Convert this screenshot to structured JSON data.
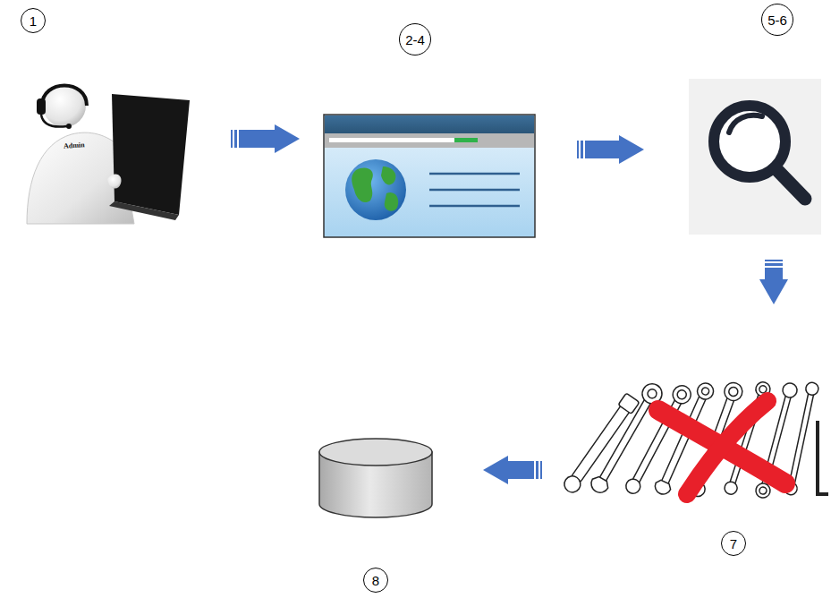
{
  "diagram": {
    "nodes": [
      {
        "text": [
          "1",
          "Admin"
        ]
      },
      {
        "text": [
          "2-4"
        ]
      },
      {
        "text": [
          "5-6"
        ]
      },
      {
        "text": [
          "7"
        ]
      },
      {
        "text": [
          "8"
        ]
      }
    ],
    "edges": [
      {
        "from": 0,
        "to": 1,
        "arrow": "to"
      },
      {
        "from": 1,
        "to": 2,
        "arrow": "to"
      },
      {
        "from": 2,
        "to": 3,
        "arrow": "to"
      },
      {
        "from": 3,
        "to": 4,
        "arrow": "to"
      }
    ]
  }
}
